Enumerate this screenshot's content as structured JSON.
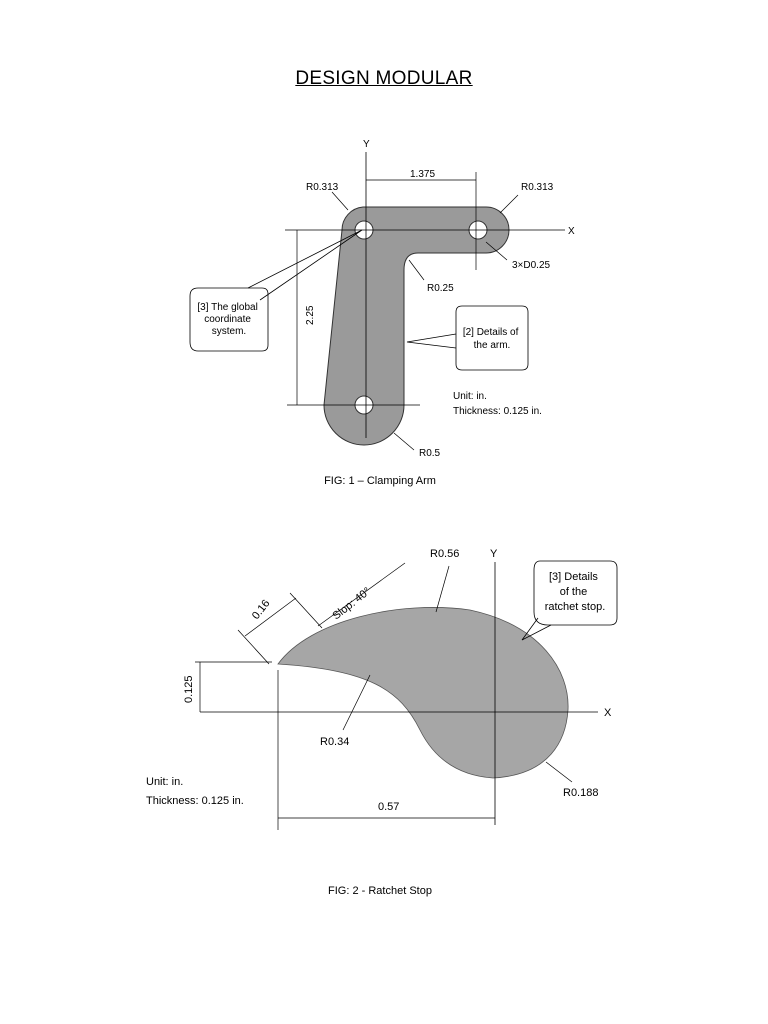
{
  "document": {
    "title": "DESIGN MODULAR"
  },
  "fig1": {
    "caption": "FIG: 1 – Clamping Arm",
    "axis_x": "X",
    "axis_y": "Y",
    "dim_horizontal": "1.375",
    "dim_vertical": "2.25",
    "radius_top_left": "R0.313",
    "radius_top_right": "R0.313",
    "holes": "3×D0.25",
    "inner_fillet": "R0.25",
    "radius_bottom": "R0.5",
    "callout_coordinate": [
      "[3] The global",
      "coordinate",
      "system."
    ],
    "callout_arm": [
      "[2] Details of",
      "the arm."
    ],
    "unit": "Unit: in.",
    "thickness": "Thickness: 0.125 in.",
    "colors": {
      "part_fill": "#9a9a9a",
      "line": "#000000"
    }
  },
  "fig2": {
    "caption": "FIG: 2 - Ratchet Stop",
    "axis_x": "X",
    "axis_y": "Y",
    "radius_top": "R0.56",
    "radius_left": "R0.34",
    "radius_right": "R0.188",
    "dim_width": "0.57",
    "dim_height": "0.125",
    "dim_slop_width": "0.16",
    "slop_label": "Slop: 40°",
    "callout_ratchet": [
      "[3] Details",
      "of the",
      "ratchet stop."
    ],
    "unit": "Unit: in.",
    "thickness": "Thickness: 0.125 in.",
    "colors": {
      "part_fill": "#a6a6a6",
      "line": "#000000"
    }
  }
}
